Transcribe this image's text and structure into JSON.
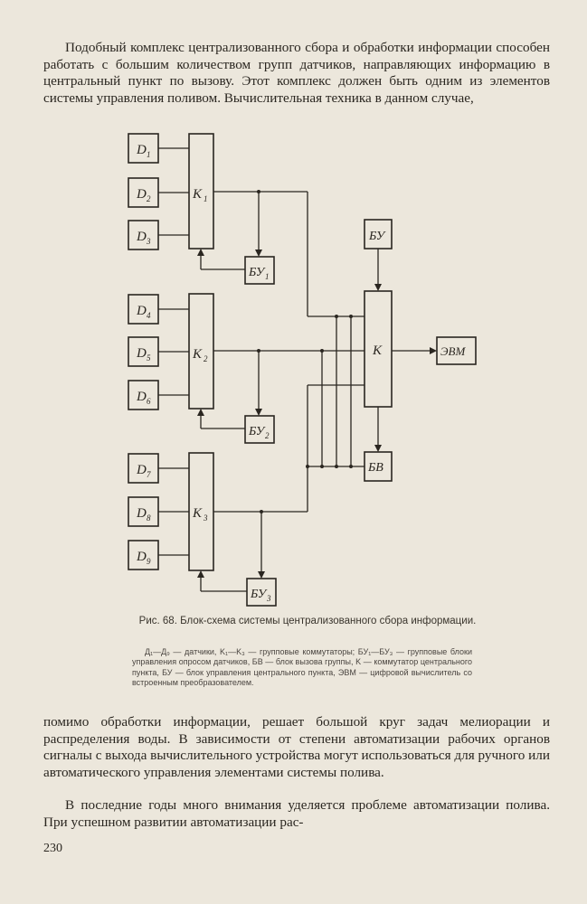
{
  "paragraphs": {
    "p1": "Подобный комплекс централизованного сбора и обработки информации способен работать с большим количеством групп датчиков, направляющих информацию в центральный пункт по вызову. Этот комплекс должен быть одним из элементов системы управления поливом. Вычислительная техника в данном случае,",
    "p2": "помимо обработки информации, решает большой круг задач мелиорации и распределения воды. В зависимости от степени автоматизации рабочих органов сигналы с выхода вычислительного устройства могут использоваться для ручного или автоматического управления элементами системы полива.",
    "p3": "В последние годы много внимания уделяется проблеме автоматизации полива. При успешном развитии автоматизации рас-"
  },
  "diagram": {
    "sensors": [
      {
        "base": "D",
        "sub": "1"
      },
      {
        "base": "D",
        "sub": "2"
      },
      {
        "base": "D",
        "sub": "3"
      },
      {
        "base": "D",
        "sub": "4"
      },
      {
        "base": "D",
        "sub": "5"
      },
      {
        "base": "D",
        "sub": "6"
      },
      {
        "base": "D",
        "sub": "7"
      },
      {
        "base": "D",
        "sub": "8"
      },
      {
        "base": "D",
        "sub": "9"
      }
    ],
    "commutators": [
      {
        "base": "K",
        "sub": "1"
      },
      {
        "base": "K",
        "sub": "2"
      },
      {
        "base": "K",
        "sub": "3"
      }
    ],
    "group_controls": [
      {
        "base": "БУ",
        "sub": "1"
      },
      {
        "base": "БУ",
        "sub": "2"
      },
      {
        "base": "БУ",
        "sub": "3"
      }
    ],
    "central_control": "БУ",
    "central_commutator": "K",
    "computer": "ЭВМ",
    "call_block": "БВ"
  },
  "caption": "Рис. 68. Блок-схема системы централизованного сбора информации.",
  "legend": "Д₁—Д₉ — датчики, K₁—K₃ — групповые коммутаторы; БУ₁—БУ₃ — групповые блоки управления опросом датчиков, БВ — блок вызова группы, K — коммутатор центрального пункта, БУ — блок управления центрального пункта, ЭВМ — цифровой вычислитель со встроенным преобразователем.",
  "page_number": "230"
}
